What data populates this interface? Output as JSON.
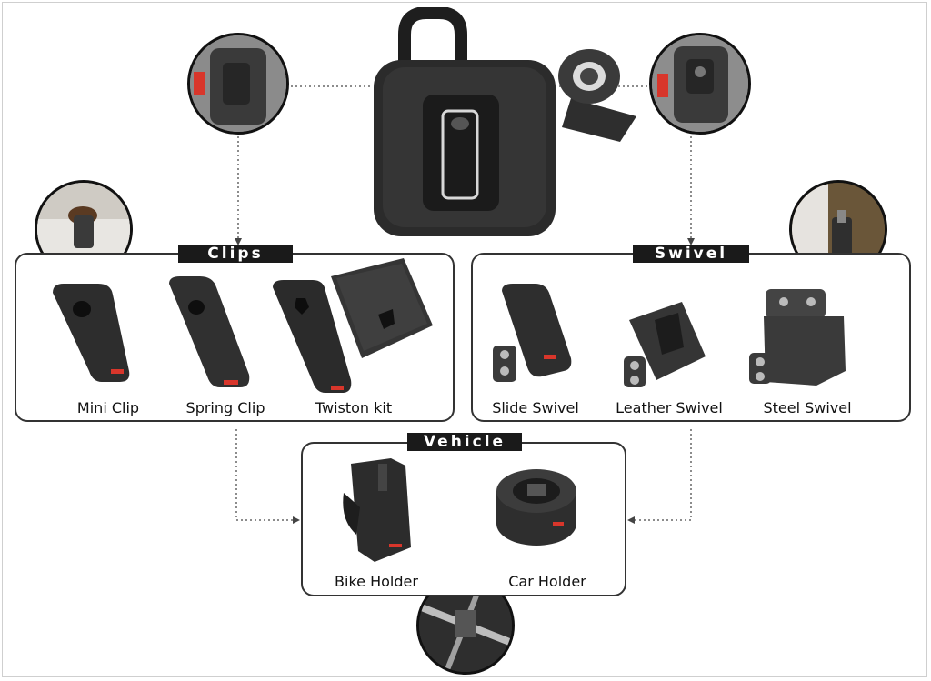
{
  "groups": {
    "clips": {
      "title": "Clips",
      "items": [
        {
          "label": "Mini Clip"
        },
        {
          "label": "Spring Clip"
        },
        {
          "label": "Twiston kit"
        }
      ]
    },
    "swivel": {
      "title": "Swivel",
      "items": [
        {
          "label": "Slide Swivel"
        },
        {
          "label": "Leather Swivel"
        },
        {
          "label": "Steel Swivel"
        }
      ]
    },
    "vehicle": {
      "title": "Vehicle",
      "items": [
        {
          "label": "Bike Holder"
        },
        {
          "label": "Car Holder"
        }
      ]
    }
  },
  "colors": {
    "product_dark": "#2b2b2b",
    "accent_red": "#d8362b",
    "border": "#333333"
  }
}
